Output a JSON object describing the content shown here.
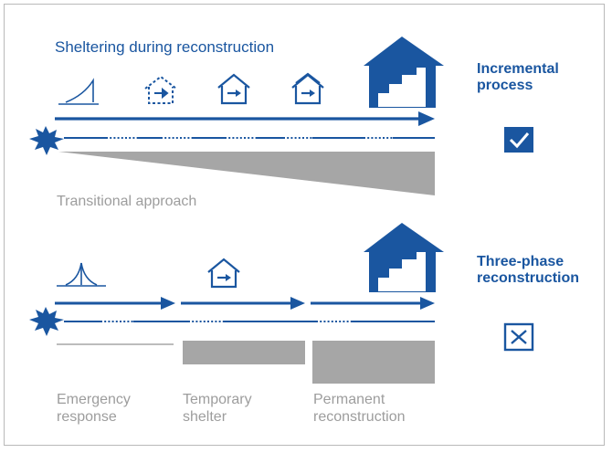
{
  "top": {
    "title": "Sheltering during reconstruction",
    "side_label": [
      "Incremental",
      "process"
    ],
    "approach_label": "Transitional approach",
    "status_symbol": "checkmark"
  },
  "bottom": {
    "side_label": [
      "Three-phase",
      "reconstruction"
    ],
    "phase_labels": [
      [
        "Emergency",
        "response"
      ],
      [
        "Temporary",
        "shelter"
      ],
      [
        "Permanent",
        "reconstruction"
      ]
    ],
    "status_symbol": "x-box"
  },
  "colors": {
    "blue": "#1a56a0",
    "gray_fill": "#a6a6a6",
    "gray_text": "#9d9d9d"
  },
  "icons": [
    "tent-icon",
    "shelter-house-icon",
    "permanent-house-icon",
    "disaster-burst-icon",
    "checkbox-checked-icon",
    "checkbox-x-icon"
  ]
}
